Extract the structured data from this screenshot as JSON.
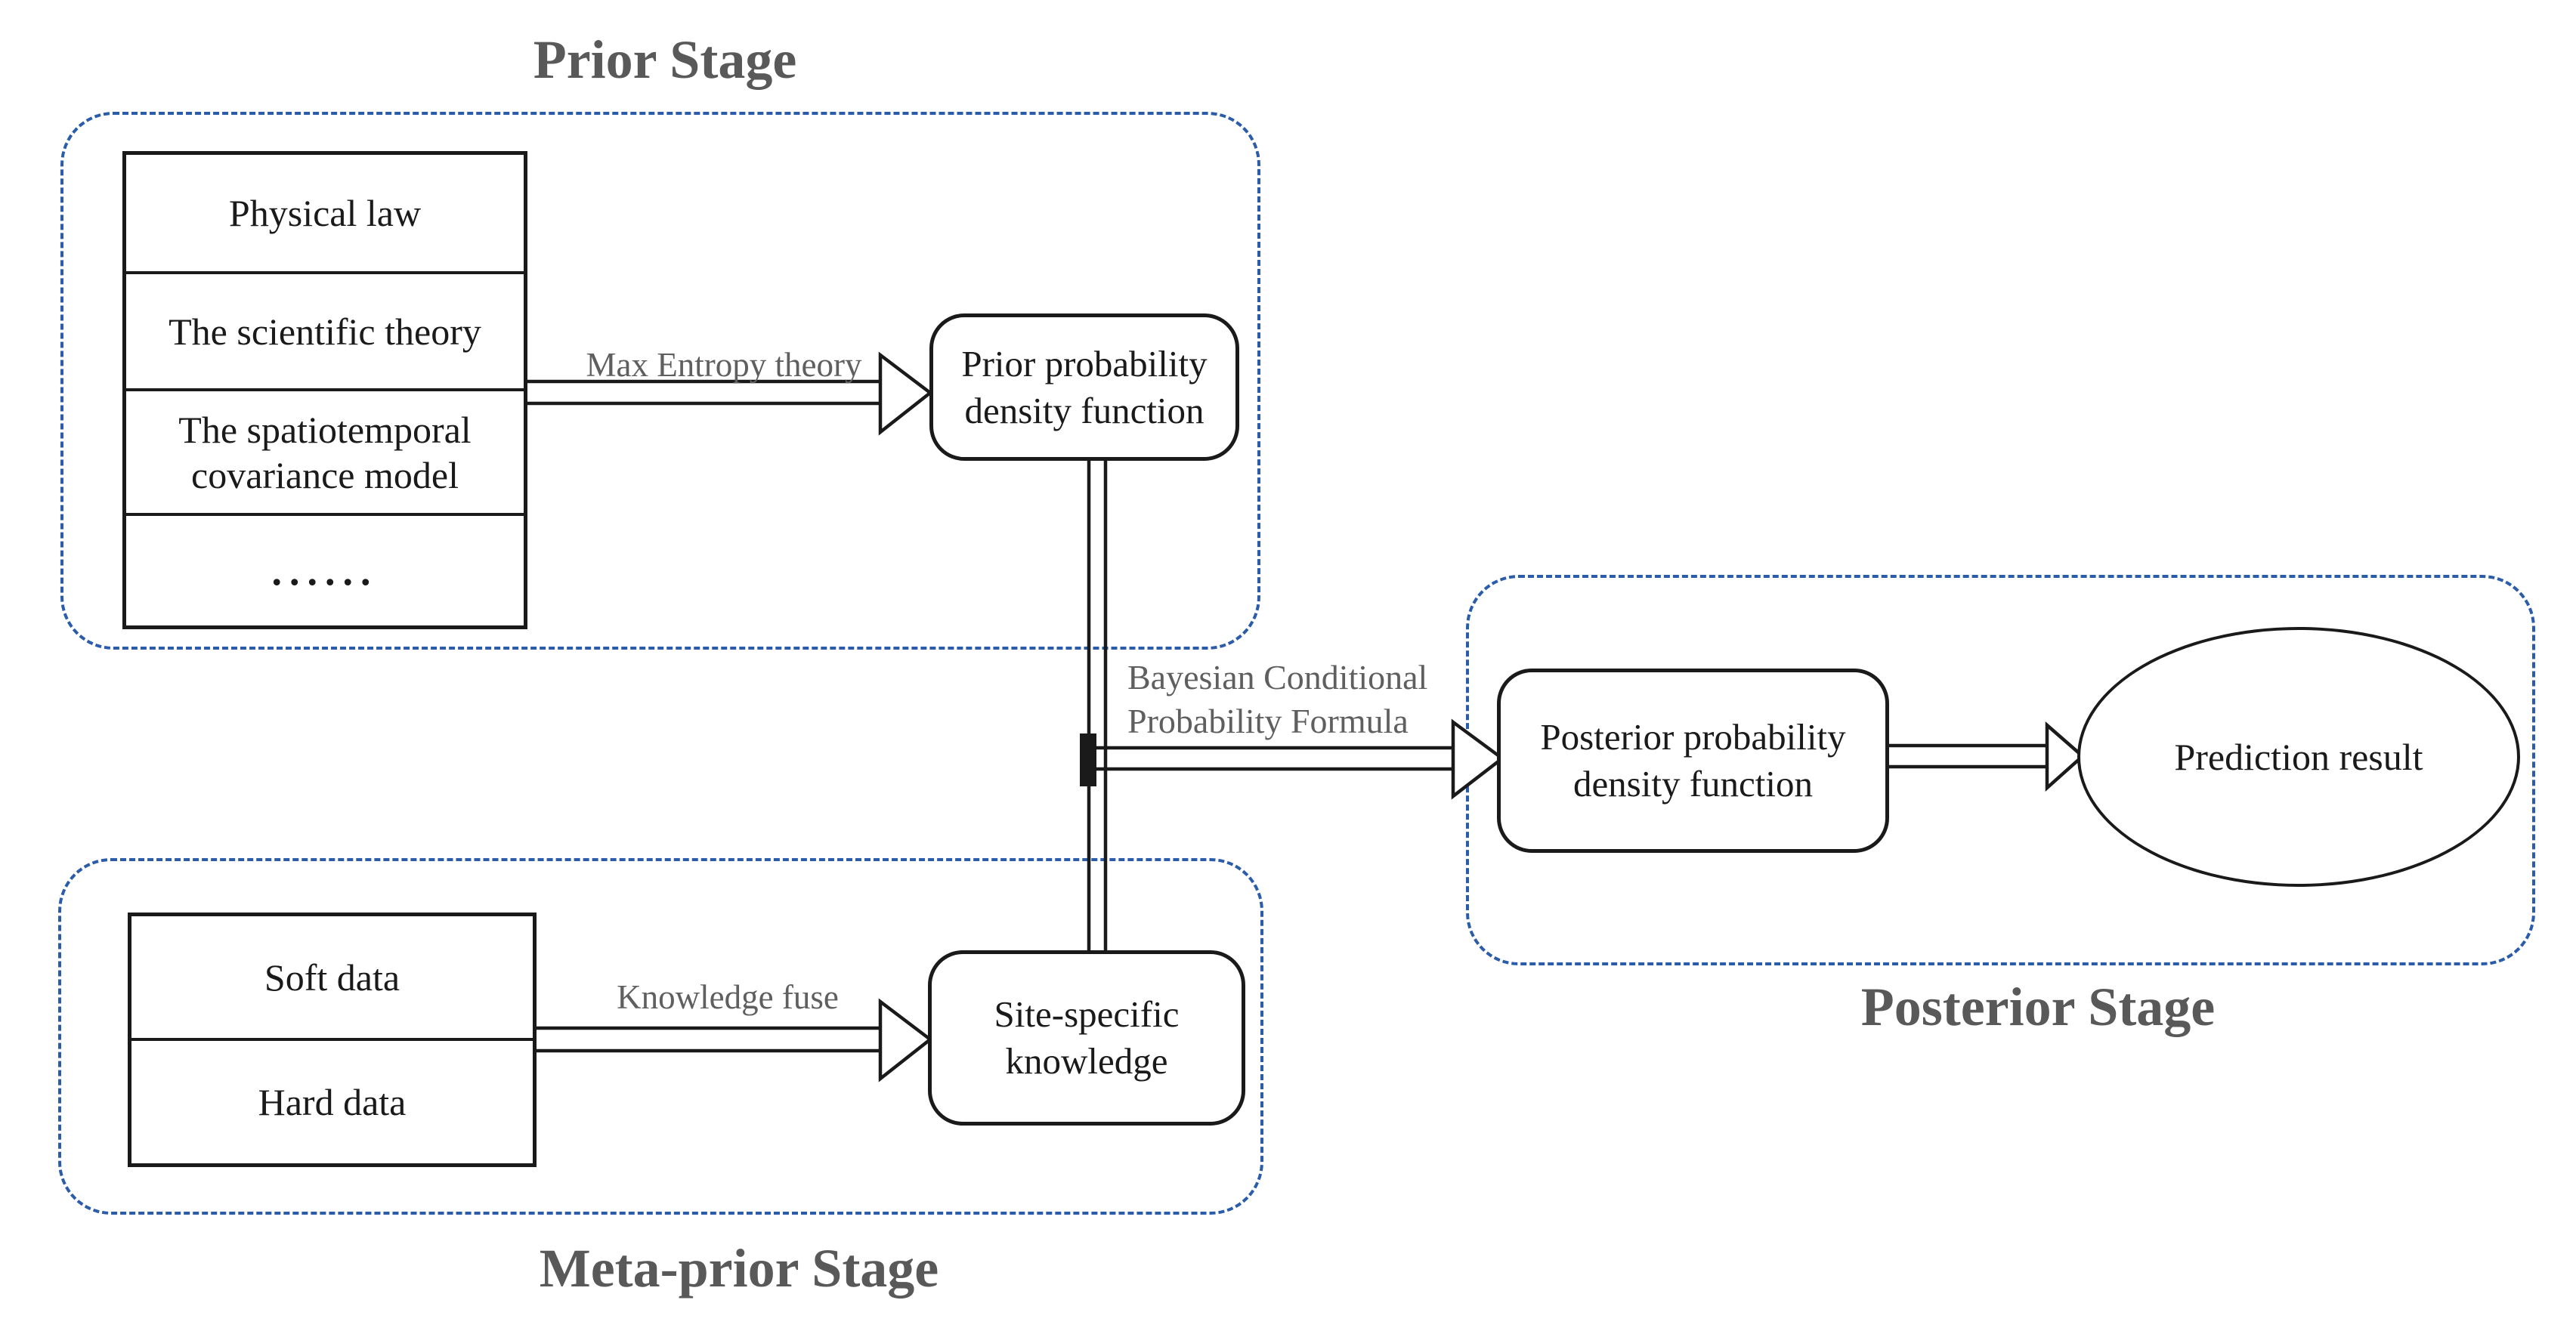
{
  "stages": {
    "prior": {
      "title": "Prior Stage"
    },
    "meta": {
      "title": "Meta-prior Stage"
    },
    "posterior": {
      "title": "Posterior Stage"
    }
  },
  "knowledge_table": {
    "rows": [
      "Physical law",
      "The scientific theory",
      "The spatiotemporal\ncovariance model",
      "......"
    ]
  },
  "data_table": {
    "rows": [
      "Soft data",
      "Hard data"
    ]
  },
  "nodes": {
    "prior_pdf": "Prior probability\ndensity function",
    "site_knowledge": "Site-specific\nknowledge",
    "posterior_pdf": "Posterior probability\ndensity function",
    "prediction": "Prediction result"
  },
  "arrow_labels": {
    "max_entropy": "Max Entropy theory",
    "knowledge_fuse": "Knowledge fuse",
    "bayesian": "Bayesian Conditional\nProbability Formula"
  },
  "colors": {
    "blue_dashed": "#2a5caa",
    "title_gray": "#595959",
    "label_gray": "#5f5f5f",
    "ink": "#1a1a1a"
  }
}
